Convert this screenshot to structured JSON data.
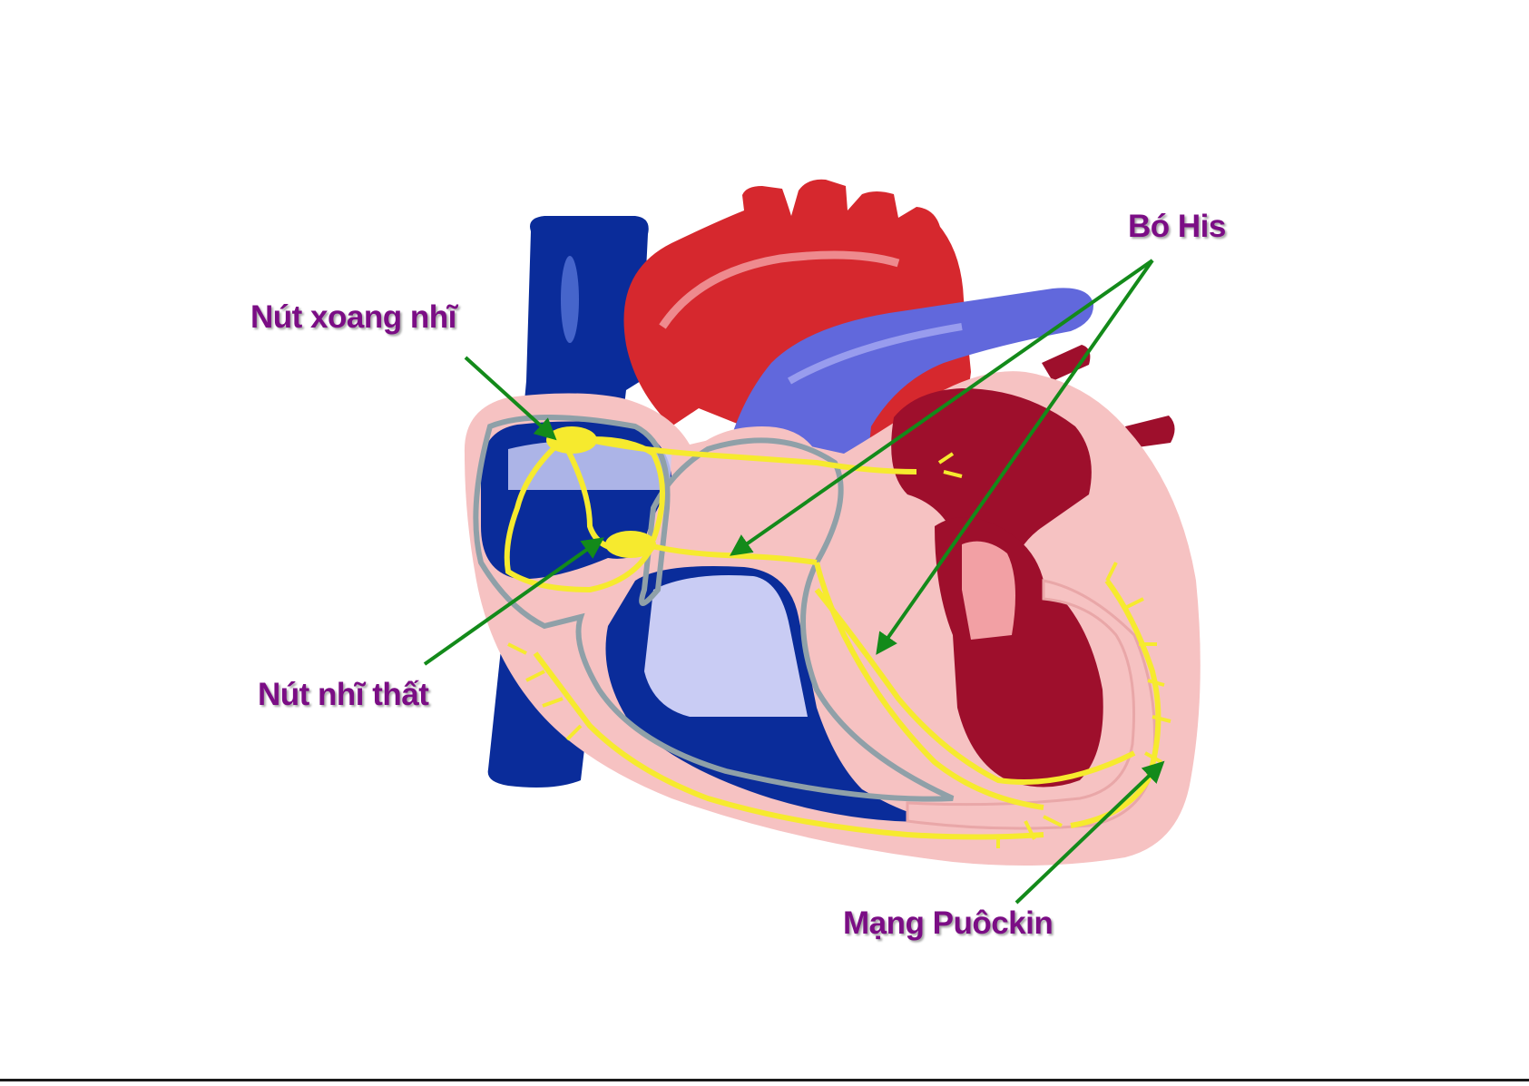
{
  "labels": {
    "sa_node": "Nút xoang nhĩ",
    "av_node": "Nút nhĩ thất",
    "bundle_of_his": "Bó His",
    "purkinje_network": "Mạng Puôckin"
  },
  "colors": {
    "label_text": "#7b0d85",
    "arrow": "#138a1a",
    "vena_cava": "#0a2c9a",
    "aorta": "#d6282e",
    "pulmonary_artery": "#6168dc",
    "left_heart": "#9e0f2c",
    "heart_wall": "#f6c2c2",
    "right_atrium": "#0a2c9a",
    "right_ventricle_light": "#c9ccf4",
    "conduction_system": "#f6ea2e"
  }
}
